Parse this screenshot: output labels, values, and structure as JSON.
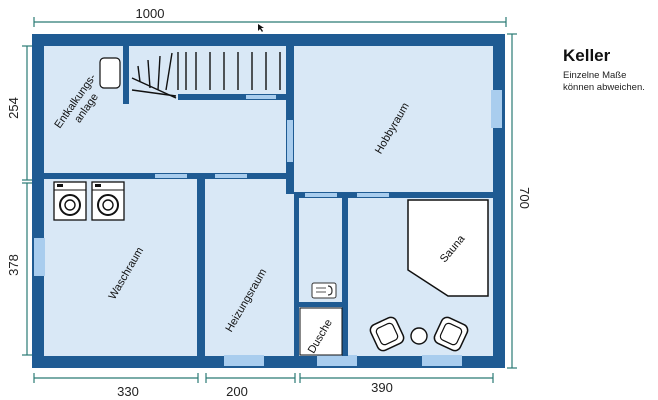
{
  "title": "Keller",
  "note": "Einzelne Maße können abweichen.",
  "dimensions": {
    "top": "1000",
    "left_upper": "254",
    "left_lower": "378",
    "right": "700",
    "bottom_1": "330",
    "bottom_2": "200",
    "bottom_3": "390"
  },
  "rooms": {
    "entkalkung": "Entkalkungs-",
    "entkalkung_2": "anlage",
    "hobbyraum": "Hobbyraum",
    "waschraum": "Waschraum",
    "heizungsraum": "Heizungsraum",
    "sauna": "Sauna",
    "dusche": "Dusche"
  },
  "colors": {
    "wall": "#1f5b93",
    "floor": "#d9e8f6",
    "window": "#a9cdee",
    "dimension_line": "#2a7a74"
  }
}
